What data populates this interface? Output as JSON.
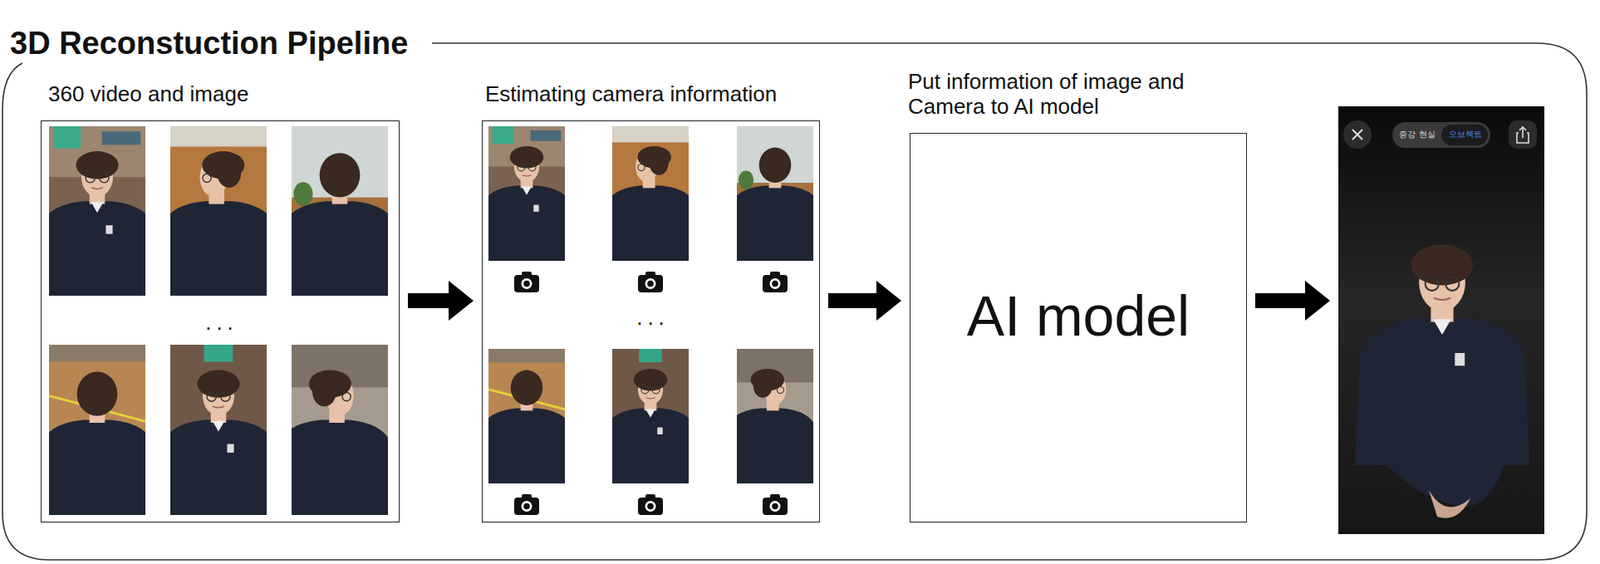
{
  "diagram": {
    "title": "3D Reconstuction Pipeline",
    "nodes": [
      {
        "text": [
          "360 video and image"
        ]
      },
      {
        "text": [
          "Estimating camera information"
        ]
      },
      {
        "text": [
          "Put information of image and Camera to AI model",
          "AI model"
        ]
      },
      {
        "text": [
          "증강 현실",
          "오브젝트"
        ]
      }
    ],
    "edges": [
      {
        "from": 0,
        "to": 1,
        "arrow": "to"
      },
      {
        "from": 1,
        "to": 2,
        "arrow": "to"
      },
      {
        "from": 2,
        "to": 3,
        "arrow": "to"
      }
    ],
    "labels": [
      "...",
      "..."
    ]
  }
}
